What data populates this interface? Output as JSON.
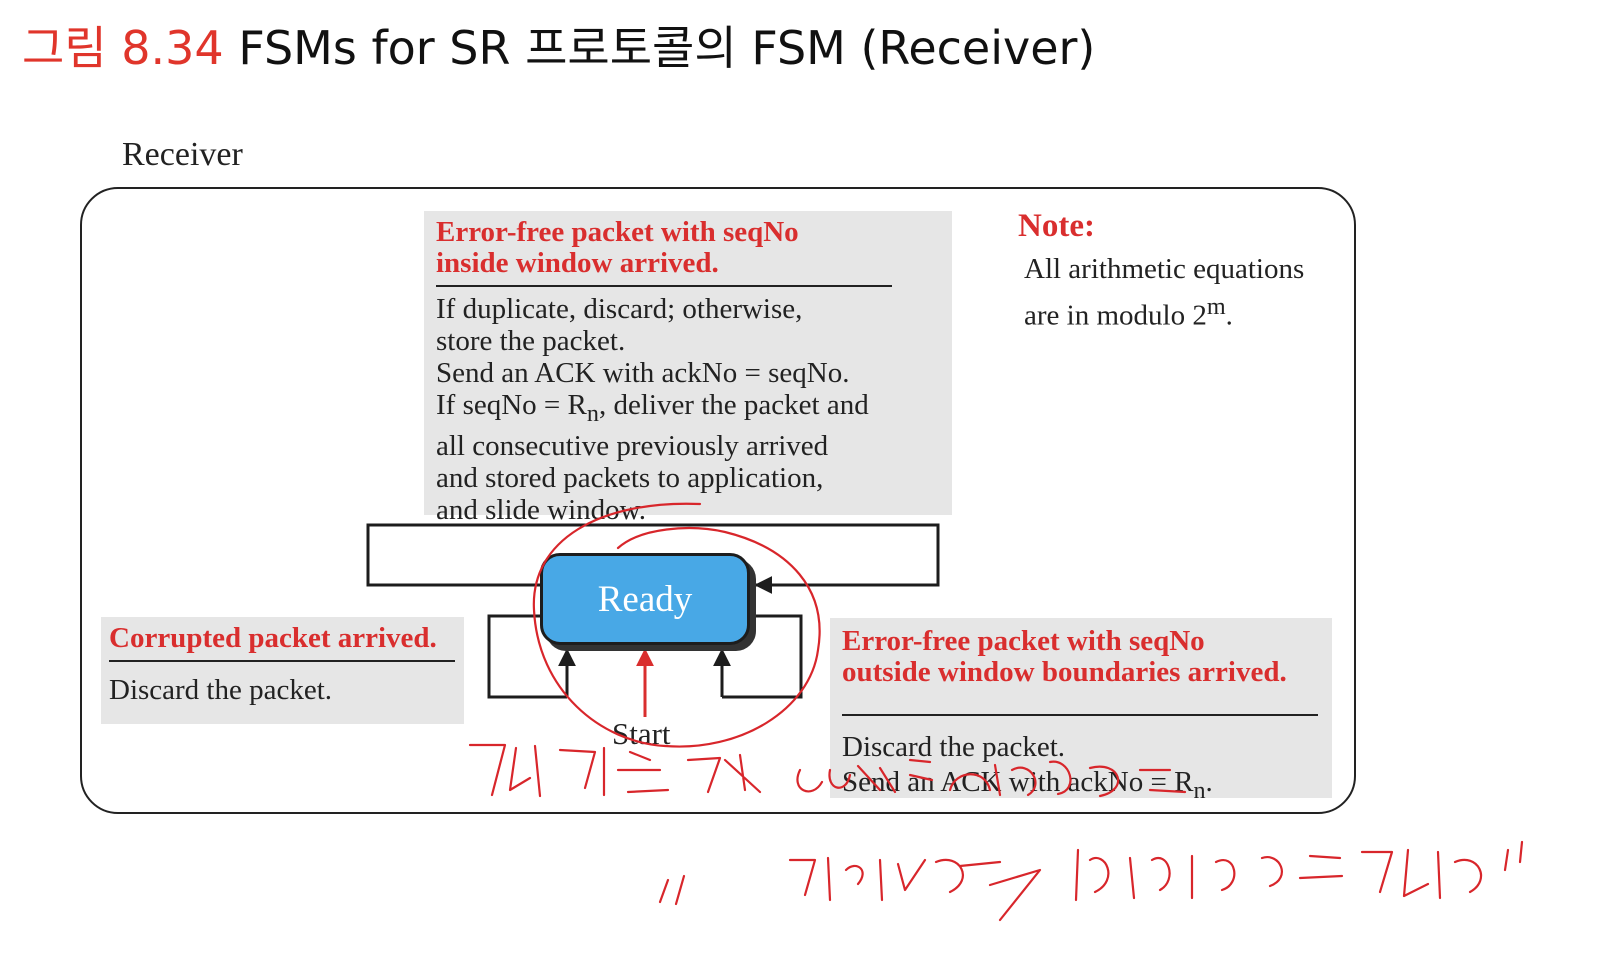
{
  "title": {
    "figure_number": "그림 8.34",
    "text": "FSMs for SR 프로토콜의 FSM (Receiver)"
  },
  "diagram": {
    "receiver_label": "Receiver",
    "note": {
      "heading": "Note:",
      "line1": "All arithmetic equations",
      "line2_prefix": "are in modulo 2",
      "line2_sup": "m",
      "line2_suffix": "."
    },
    "state": {
      "label": "Ready"
    },
    "start_label": "Start",
    "transitions": {
      "top": {
        "event_line1": "Error-free packet with seqNo",
        "event_line2": "inside window arrived.",
        "action_line1": "If duplicate, discard; otherwise,",
        "action_line2": "store the packet.",
        "action_line3": "Send an ACK with ackNo = seqNo.",
        "action_line4_prefix": "If seqNo = R",
        "action_line4_sub": "n",
        "action_line4_suffix": ", deliver the packet and",
        "action_line5": "all consecutive previously arrived",
        "action_line6": "and stored packets to application,",
        "action_line7": "and slide window."
      },
      "left": {
        "event": "Corrupted packet arrived.",
        "action": "Discard the packet."
      },
      "right": {
        "event_line1": "Error-free packet with seqNo",
        "event_line2": "outside window boundaries arrived.",
        "action_line1": "Discard the packet.",
        "action_line2_prefix": "Send an ACK with ackNo = R",
        "action_line2_sub": "n",
        "action_line2_suffix": "."
      }
    }
  },
  "colors": {
    "accent_red": "#d92e2e",
    "state_fill": "#48a8e6",
    "box_fill": "#e6e6e6",
    "ink": "#d8262b"
  }
}
